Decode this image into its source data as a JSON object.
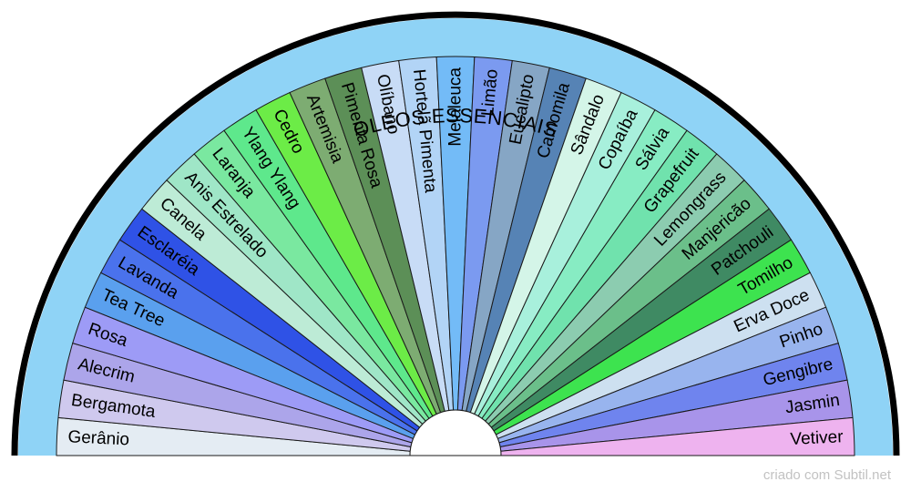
{
  "title": "OLEOS ESSENCIAIS",
  "credit": "criado com Subtil.net",
  "colors": {
    "outer_band": "#8fd3f6",
    "border": "#000000",
    "hub": "#ffffff"
  },
  "segments": [
    {
      "label": "Gerânio",
      "color": "#e4ecf3"
    },
    {
      "label": "Bergamota",
      "color": "#cfc9ee"
    },
    {
      "label": "Alecrim",
      "color": "#aca5ea"
    },
    {
      "label": "Rosa",
      "color": "#9d9bf6"
    },
    {
      "label": "Tea Tree",
      "color": "#5aa0ee"
    },
    {
      "label": "Lavanda",
      "color": "#4a72ec"
    },
    {
      "label": "Esclaréia",
      "color": "#2f52e6"
    },
    {
      "label": "Canela",
      "color": "#bdebd6"
    },
    {
      "label": "Anis Estrelado",
      "color": "#9fe6c7"
    },
    {
      "label": "Laranja",
      "color": "#7ae8a0"
    },
    {
      "label": "Ylang Ylang",
      "color": "#5ee88c"
    },
    {
      "label": "Cedro",
      "color": "#6cec47"
    },
    {
      "label": "Artemisia",
      "color": "#7dac72"
    },
    {
      "label": "Pimenta Rosa",
      "color": "#5c8f57"
    },
    {
      "label": "Olíbano",
      "color": "#c8dcf6"
    },
    {
      "label": "Hortelã Pimenta",
      "color": "#b2d4f6"
    },
    {
      "label": "Melaleuca",
      "color": "#73bbf7"
    },
    {
      "label": "Limão",
      "color": "#7b9af0"
    },
    {
      "label": "Eucalipto",
      "color": "#86a6c5"
    },
    {
      "label": "Camomila",
      "color": "#5683b5"
    },
    {
      "label": "Sândalo",
      "color": "#d4f5e8"
    },
    {
      "label": "Copaíba",
      "color": "#a8f0dc"
    },
    {
      "label": "Sálvia",
      "color": "#87ecc3"
    },
    {
      "label": "Grapefruit",
      "color": "#70e2ad"
    },
    {
      "label": "Lemongrass",
      "color": "#8cccb0"
    },
    {
      "label": "Manjericão",
      "color": "#6bbf8a"
    },
    {
      "label": "Patchouli",
      "color": "#3f8a63"
    },
    {
      "label": "Tomilho",
      "color": "#3de34f"
    },
    {
      "label": "Erva Doce",
      "color": "#cde0f0"
    },
    {
      "label": "Pinho",
      "color": "#98b4ee"
    },
    {
      "label": "Gengibre",
      "color": "#6f84ee"
    },
    {
      "label": "Jasmin",
      "color": "#a894ea"
    },
    {
      "label": "Vetiver",
      "color": "#eeb3ef"
    }
  ]
}
